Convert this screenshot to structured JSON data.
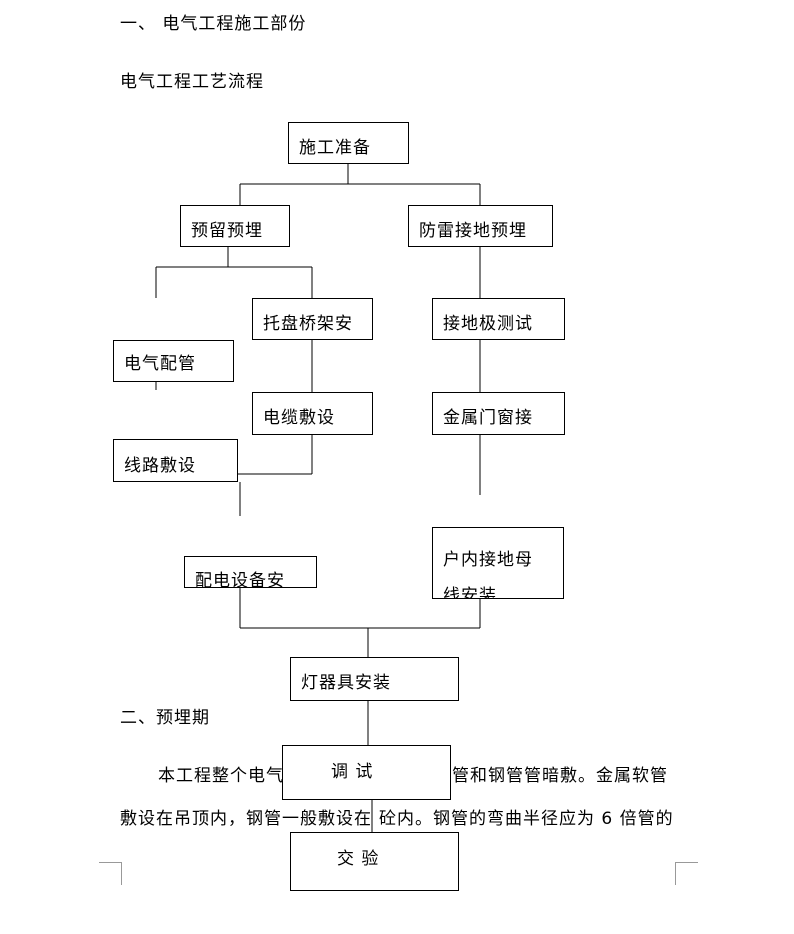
{
  "section1": {
    "heading": "一、 电气工程施工部份",
    "subheading": "电气工程工艺流程"
  },
  "flow": {
    "prep": "施工准备",
    "reserve": "预留预埋",
    "lightning": "防雷接地预埋",
    "tray": "托盘桥架安",
    "ground_test": "接地极测试",
    "conduit": "电气配管",
    "cable": "电缆敷设",
    "metal_window": "金属门窗接",
    "wiring": "线路敷设",
    "dist_equipment": "配电设备安",
    "indoor_ground_line1": "户内接地母",
    "indoor_ground_line2": "线安装",
    "lamps": "灯器具安装",
    "debug": "调    试",
    "acceptance": "交    验"
  },
  "section2": {
    "heading": "二、预埋期",
    "para_line1_start": "本工程整个电气",
    "para_line1_end": "管和钢管管暗敷。金属软管",
    "para_line2_a": "敷设在吊顶内，钢管一般敷设在",
    "para_line2_b": "砼内。钢管的弯曲半径应为 6 倍管的"
  }
}
